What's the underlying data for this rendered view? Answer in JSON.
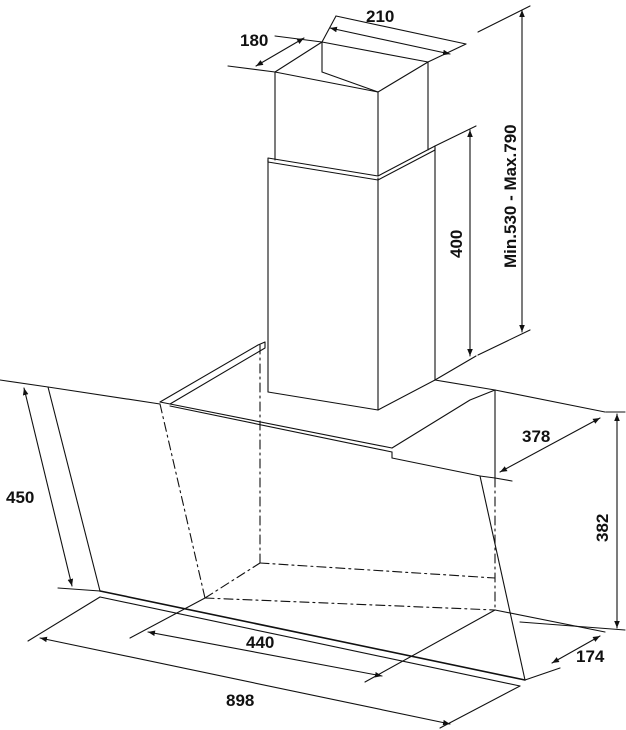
{
  "dimensions": {
    "chimney_width": "210",
    "chimney_depth": "180",
    "chimney_height_range": "Min.530 - Max.790",
    "chimney_lower_height": "400",
    "canopy_depth": "378",
    "canopy_height": "382",
    "glass_height": "450",
    "base_depth": "174",
    "inner_width": "440",
    "total_width": "898"
  },
  "colors": {
    "line": "#111111",
    "background": "#ffffff"
  }
}
